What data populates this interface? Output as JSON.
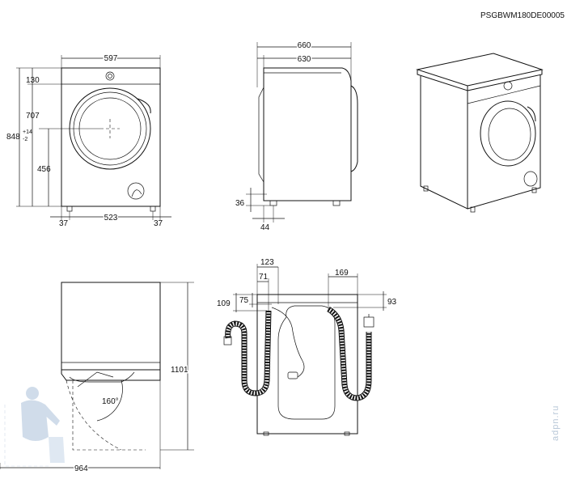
{
  "drawing_code": "PSGBWM180DE00005",
  "front_view": {
    "width": "597",
    "height_total": "848",
    "height_tolerance_plus": "+14",
    "height_tolerance_minus": "-2",
    "top_to_door_top": "130",
    "door_top_to_floor": "707",
    "door_center_height": "456",
    "feet_spacing": "523",
    "left_foot_offset": "37",
    "right_foot_offset": "37"
  },
  "side_view": {
    "depth_total": "660",
    "depth_body": "630",
    "base_height": "36",
    "foot_offset": "44"
  },
  "door_view": {
    "door_angle": "160°",
    "depth_with_door_open": "964",
    "height_with_packaging": "1101"
  },
  "back_view": {
    "drain_offset_1": "123",
    "drain_offset_2": "71",
    "inlet_offset": "169",
    "height_left_outer": "109",
    "height_left_inner": "75",
    "height_right": "93"
  },
  "watermark": "adpn.ru"
}
